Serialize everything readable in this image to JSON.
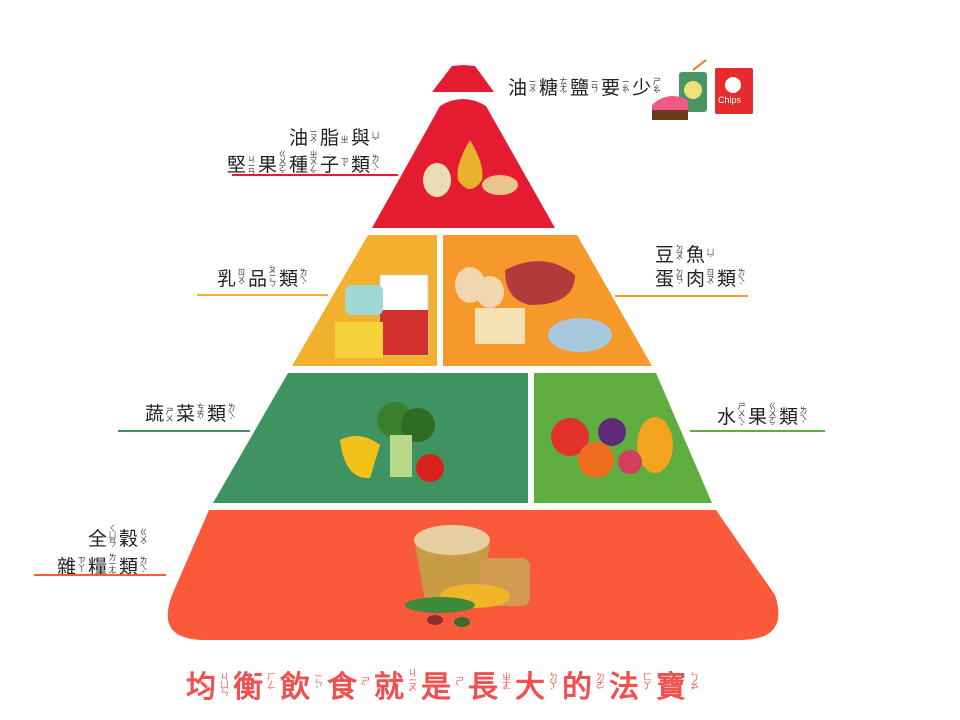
{
  "colors": {
    "top": "#E51B31",
    "dairy": "#F2B02C",
    "protein": "#F7982A",
    "vegetable": "#3F9361",
    "fruit": "#5EAD3E",
    "grain": "#FA5A3A",
    "title": "#F0504F"
  },
  "labels": {
    "sweets": [
      [
        [
          "油",
          "ㄧㄡˊ"
        ],
        [
          "糖",
          "ㄊㄤˊ"
        ],
        [
          "鹽",
          "ㄧㄢˊ"
        ],
        [
          "要",
          "ㄧㄠˋ"
        ],
        [
          "少",
          "ㄕㄠˇ"
        ]
      ]
    ],
    "oils": [
      [
        [
          "油",
          "ㄧㄡˊ"
        ],
        [
          "脂",
          "ㄓ"
        ],
        [
          "與",
          "ㄩˇ"
        ]
      ],
      [
        [
          "堅",
          "ㄐㄧㄢ"
        ],
        [
          "果",
          "ㄍㄨㄛˇ"
        ],
        [
          "種",
          "ㄓㄨㄥˇ"
        ],
        [
          "子",
          "ㄗˇ"
        ],
        [
          "類",
          "ㄌㄟˋ"
        ]
      ]
    ],
    "dairy": [
      [
        [
          "乳",
          "ㄖㄨˇ"
        ],
        [
          "品",
          "ㄆㄧㄣˇ"
        ],
        [
          "類",
          "ㄌㄟˋ"
        ]
      ]
    ],
    "protein": [
      [
        [
          "豆",
          "ㄉㄡˋ"
        ],
        [
          "魚",
          "ㄩˊ"
        ]
      ],
      [
        [
          "蛋",
          "ㄉㄢˋ"
        ],
        [
          "肉",
          "ㄖㄡˋ"
        ],
        [
          "類",
          "ㄌㄟˋ"
        ]
      ]
    ],
    "vegetable": [
      [
        [
          "蔬",
          "ㄕㄨ"
        ],
        [
          "菜",
          "ㄘㄞˋ"
        ],
        [
          "類",
          "ㄌㄟˋ"
        ]
      ]
    ],
    "fruit": [
      [
        [
          "水",
          "ㄕㄨㄟˇ"
        ],
        [
          "果",
          "ㄍㄨㄛˇ"
        ],
        [
          "類",
          "ㄌㄟˋ"
        ]
      ]
    ],
    "grain": [
      [
        [
          "全",
          "ㄑㄩㄢˊ"
        ],
        [
          "穀",
          "ㄍㄨˇ"
        ]
      ],
      [
        [
          "雜",
          "ㄗㄚˊ"
        ],
        [
          "糧",
          "ㄌㄧㄤˊ"
        ],
        [
          "類",
          "ㄌㄟˋ"
        ]
      ]
    ]
  },
  "chips_text": "Chips",
  "title": [
    [
      "均",
      "ㄐㄩㄣ"
    ],
    [
      "衡",
      "ㄏㄥˊ"
    ],
    [
      "飲",
      "ㄧㄣˇ"
    ],
    [
      "食",
      "ㄕˊ"
    ],
    [
      "就",
      "ㄐㄧㄡˋ"
    ],
    [
      "是",
      "ㄕˋ"
    ],
    [
      "長",
      "ㄓㄤˇ"
    ],
    [
      "大",
      "ㄉㄚˋ"
    ],
    [
      "的",
      "ㄉㄜ˙"
    ],
    [
      "法",
      "ㄈㄚˇ"
    ],
    [
      "寶",
      "ㄅㄠˇ"
    ]
  ]
}
